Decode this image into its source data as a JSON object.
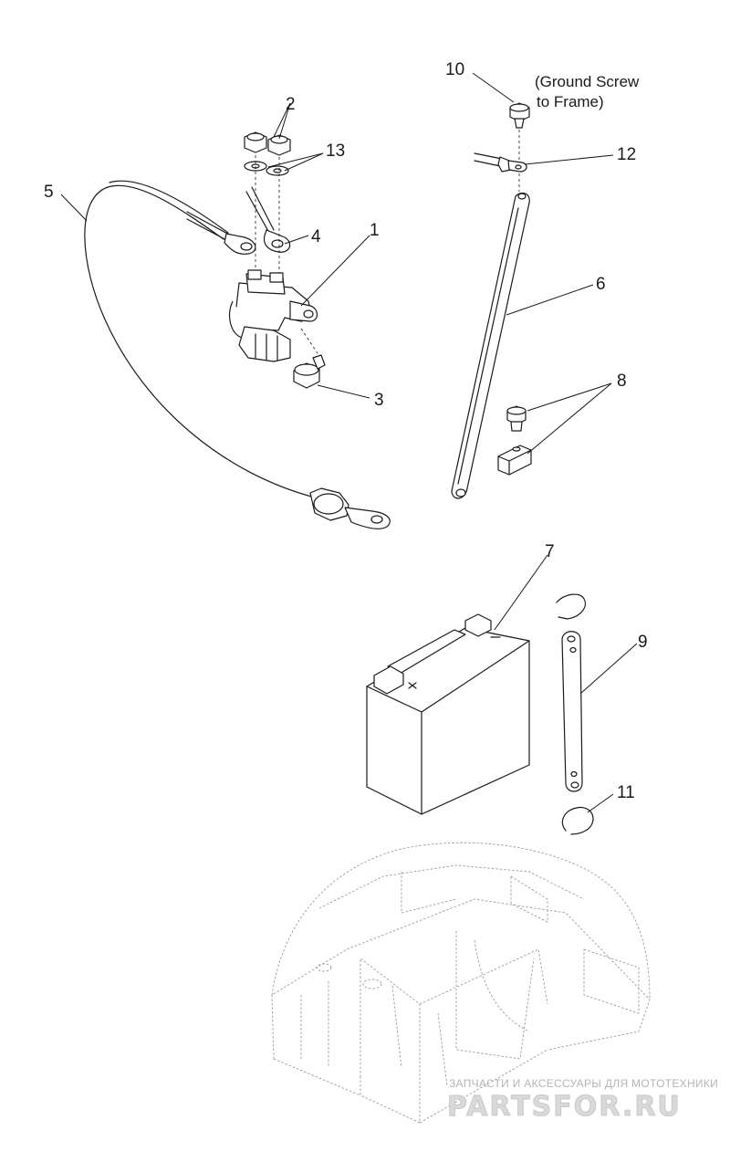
{
  "callouts": [
    {
      "id": "1",
      "text": "1"
    },
    {
      "id": "2",
      "text": "2"
    },
    {
      "id": "3",
      "text": "3"
    },
    {
      "id": "4",
      "text": "4"
    },
    {
      "id": "5",
      "text": "5"
    },
    {
      "id": "6",
      "text": "6"
    },
    {
      "id": "7",
      "text": "7"
    },
    {
      "id": "8",
      "text": "8"
    },
    {
      "id": "9",
      "text": "9"
    },
    {
      "id": "10",
      "text": "10"
    },
    {
      "id": "11",
      "text": "11"
    },
    {
      "id": "12",
      "text": "12"
    },
    {
      "id": "13",
      "text": "13"
    }
  ],
  "annotation": {
    "line1": "(Ground Screw",
    "line2": "to Frame)"
  },
  "watermark": {
    "tagline": "ЗАПЧАСТИ И АКСЕССУАРЫ ДЛЯ МОТОТЕХНИКИ",
    "brand": "PARTSFOR.RU"
  }
}
